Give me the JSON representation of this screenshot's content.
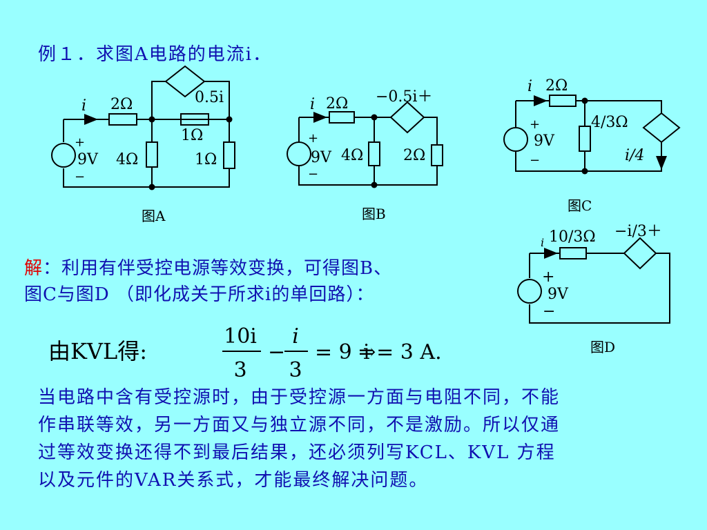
{
  "title": "例１．求图A电路的电流i．",
  "solution": {
    "label": "解",
    "line1": "：利用有伴受控电源等效变换，可得图B、",
    "line2": "图C与图D （即化成关于所求i的单回路）："
  },
  "equation": {
    "prefix": "由KVL得:",
    "num1": "10i",
    "den1": "3",
    "minus": "−",
    "num2": "i",
    "den2": "3",
    "rhs": "= 9 ⇒",
    "result": "i = 3 A."
  },
  "paragraph": [
    "当电路中含有受控源时，由于受控源一方面与电阻不同，不能",
    "作串联等效，另一方面又与独立源不同，不是激励。所以仅通",
    "过等效变换还得不到最后结果，还必须列写KCL、KVL 方程",
    "以及元件的VAR关系式，才能最终解决问题。"
  ],
  "figA": {
    "caption": "图A",
    "current": "i",
    "r_series": "2Ω",
    "dep_source": "0.5i",
    "r_mid": "1Ω",
    "src_plus": "+",
    "src_value": "9V",
    "src_minus": "−",
    "r_left": "4Ω",
    "r_right": "1Ω"
  },
  "figB": {
    "caption": "图B",
    "current": "i",
    "r_series": "2Ω",
    "dep_source": "−0.5i＋",
    "src_plus": "+",
    "src_value": "9V",
    "src_minus": "−",
    "r_left": "4Ω",
    "r_right": "2Ω"
  },
  "figC": {
    "caption": "图C",
    "current": "i",
    "r_series": "2Ω",
    "r_shunt": "4/3Ω",
    "dep_source": "i/4",
    "src_plus": "+",
    "src_value": "9V",
    "src_minus": "−"
  },
  "figD": {
    "caption": "图D",
    "current": "i",
    "r_series": "10/3Ω",
    "dep_source": "−i/3＋",
    "src_plus": "+",
    "src_value": "9V",
    "src_minus": "−"
  },
  "colors": {
    "background": "#99ffff",
    "text_blue": "#1010b0",
    "accent_red": "#e00000",
    "ink": "#000000"
  }
}
